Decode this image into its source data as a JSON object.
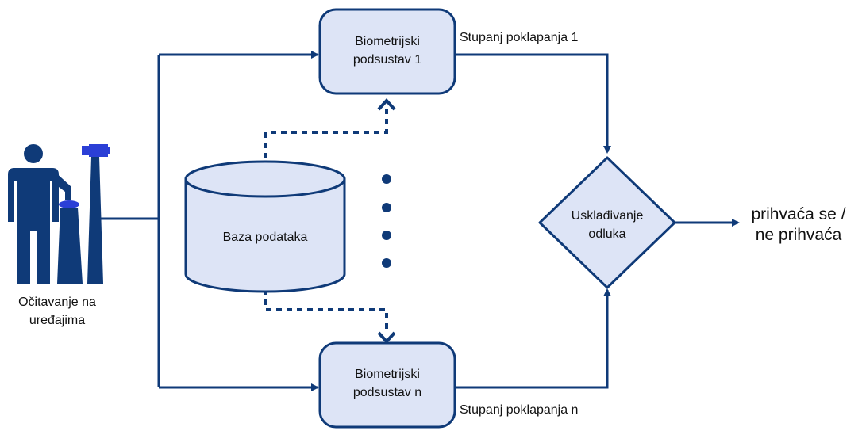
{
  "user": {
    "caption_line1": "Očitavanje na",
    "caption_line2": "uređajima",
    "person_icon": "person-icon",
    "camera_icon": "camera-on-stand-icon"
  },
  "database": {
    "label": "Baza podataka",
    "icon": "database-cylinder"
  },
  "subsystems": [
    {
      "line1": "Biometrijski",
      "line2": "podsustav 1",
      "score_label": "Stupanj poklapanja 1"
    },
    {
      "line1": "Biometrijski",
      "line2": "podsustav n",
      "score_label": "Stupanj poklapanja n"
    }
  ],
  "decision": {
    "line1": "Usklađivanje",
    "line2": "odluka"
  },
  "output": {
    "line1": "prihvaća se /",
    "line2": "ne prihvaća"
  },
  "colors": {
    "line": "#0f3a78",
    "box_fill": "#dde4f6",
    "box_stroke": "#0f3a78"
  }
}
